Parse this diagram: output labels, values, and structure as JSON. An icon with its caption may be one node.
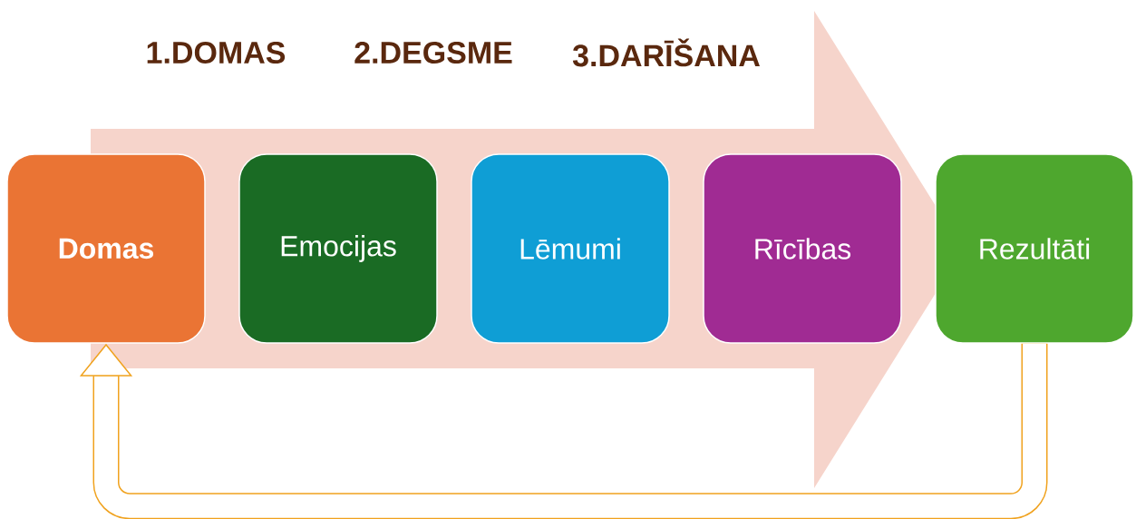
{
  "diagram": {
    "nodes": [
      {
        "text": [
          "**Domas**"
        ]
      },
      {
        "text": [
          "Emocijas"
        ]
      },
      {
        "text": [
          "Lēmumi"
        ]
      },
      {
        "text": [
          "Rīcības"
        ]
      },
      {
        "text": [
          "Rezultāti"
        ]
      }
    ],
    "edges": [
      {
        "from": 0,
        "to": 4,
        "arrow": "to",
        "style": "thick",
        "color": "#f6d4cb"
      },
      {
        "from": 4,
        "to": 0,
        "arrow": "to",
        "color": "#f0a21e"
      }
    ],
    "labels": [
      "1.DOMAS",
      "2.DEGSME",
      "3.DARĪŠANA"
    ]
  }
}
